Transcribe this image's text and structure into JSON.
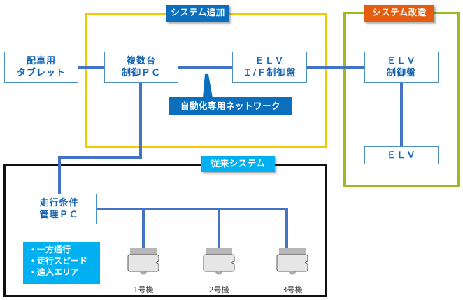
{
  "groups": {
    "system_added": {
      "label": "システム追加",
      "border_color": "#f5c800",
      "tag_color": "#0b6fbd"
    },
    "system_modified": {
      "label": "システム改造",
      "border_color": "#9bbb1e",
      "tag_color": "#e35c0f"
    },
    "legacy_system": {
      "label": "従来システム",
      "border_color": "#111111",
      "tag_color": "#00b0f0"
    }
  },
  "nodes": {
    "dispatch_tablet": {
      "line1": "配車用",
      "line2": "タブレット"
    },
    "multi_control_pc": {
      "line1": "複数台",
      "line2": "制御ＰＣ"
    },
    "elv_if_panel": {
      "line1": "ＥＬＶ",
      "line2": "Ｉ/Ｆ制御盤"
    },
    "elv_control_panel": {
      "line1": "ＥＬＶ",
      "line2": "制御盤"
    },
    "elv": {
      "line1": "ＥＬＶ"
    },
    "driving_condition_pc": {
      "line1": "走行条件",
      "line2": "管理ＰＣ"
    }
  },
  "callout": {
    "label": "自動化専用ネットワーク",
    "color": "#0b6fbd"
  },
  "notes": {
    "items": [
      "・一方通行",
      "・走行スピード",
      "・進入エリア"
    ],
    "color": "#00b0f0"
  },
  "robots": [
    {
      "label": "1号機",
      "icon": "robot-icon"
    },
    {
      "label": "2号機",
      "icon": "robot-icon"
    },
    {
      "label": "3号機",
      "icon": "robot-icon"
    }
  ],
  "colors": {
    "connector": "#4472c4",
    "node_text": "#1565b0",
    "node_border": "#4a90c8"
  }
}
